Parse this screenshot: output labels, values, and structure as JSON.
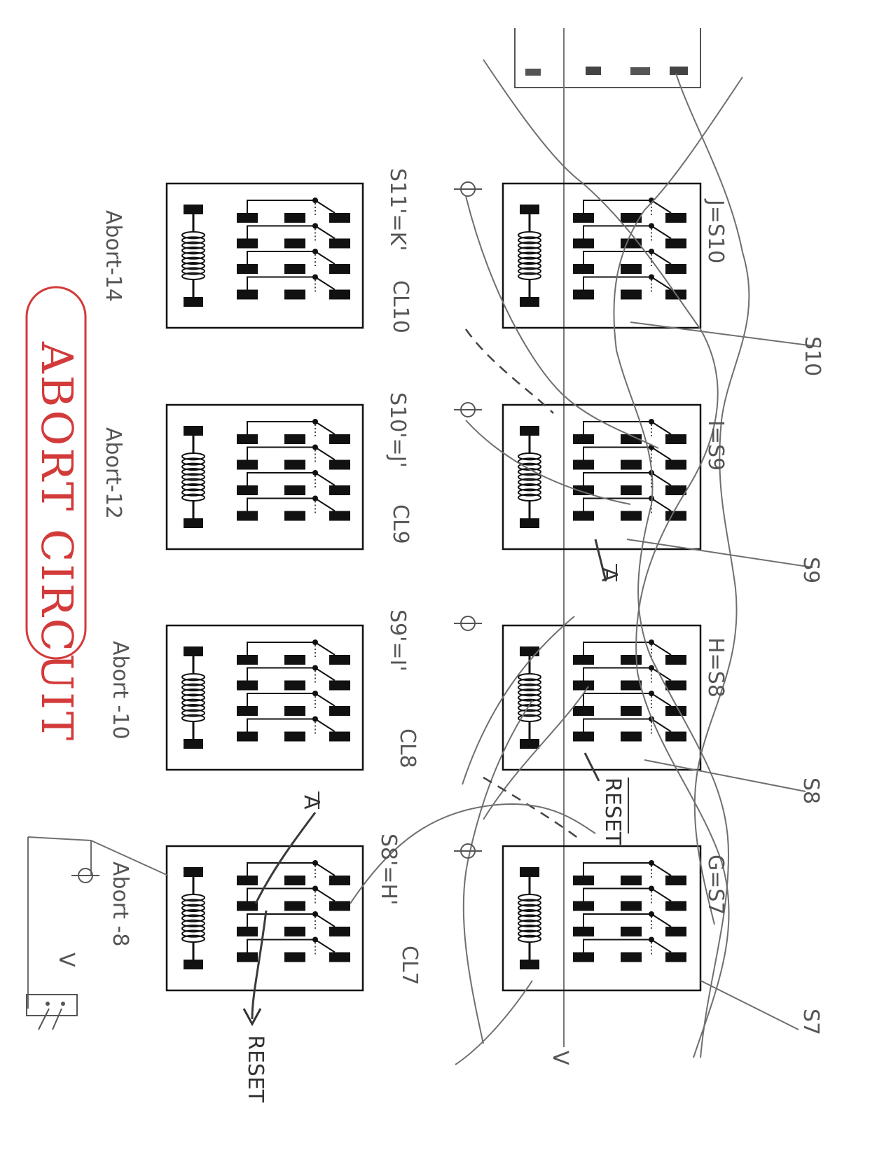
{
  "title": "ABORT CIRCUIT",
  "colors": {
    "title": "#d33a3a",
    "ink": "#111111",
    "pencil": "#6f6f6f"
  },
  "relays_top": [
    {
      "label": "J=S10"
    },
    {
      "label": "I=S9"
    },
    {
      "label": "H=S8"
    },
    {
      "label": "G=S7"
    }
  ],
  "relays_bottom": [
    {
      "label": "Abort-14"
    },
    {
      "label": "Abort-12"
    },
    {
      "label": "Abort -10"
    },
    {
      "label": "Abort -8"
    }
  ],
  "input_labels": [
    "S11'=K'",
    "S10'=J'",
    "S9'=I'",
    "S8'=H'"
  ],
  "clock_labels": [
    "CL10",
    "CL9",
    "CL8",
    "CL7"
  ],
  "output_labels": [
    "S10",
    "S9",
    "S8",
    "S7"
  ],
  "abar_labels": [
    "A",
    "A"
  ],
  "reset_labels": [
    "RESET",
    "RESET"
  ],
  "v_labels": [
    "V",
    "V"
  ]
}
